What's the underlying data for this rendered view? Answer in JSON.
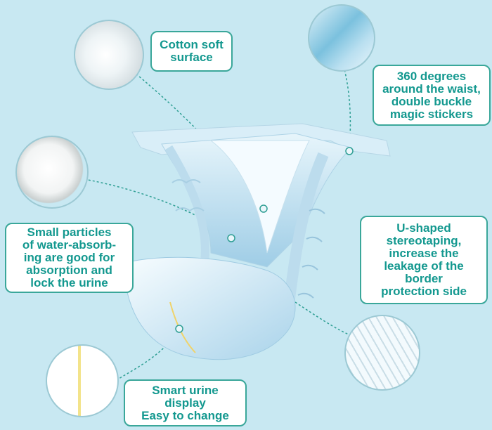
{
  "labels": {
    "cotton": [
      "Cotton soft",
      "surface"
    ],
    "waist": [
      "360 degrees",
      "around the waist,",
      "double buckle",
      "magic stickers"
    ],
    "particles": [
      "Small particles",
      "of water-absorb-",
      "ing are good for",
      "absorption and",
      "lock the urine"
    ],
    "ushaped": [
      "U-shaped",
      "stereotaping,",
      "increase the",
      "leakage of the",
      "border",
      "protection side"
    ],
    "urine": [
      "Smart urine",
      "display",
      "Easy to change"
    ]
  }
}
